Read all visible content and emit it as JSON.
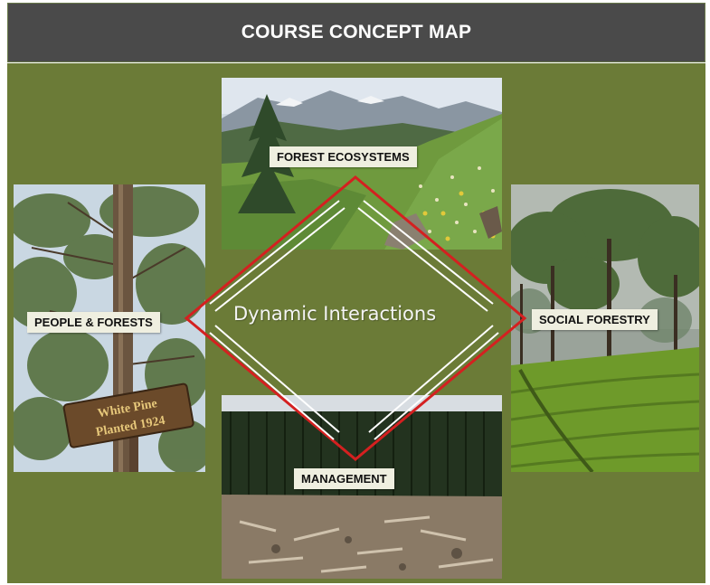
{
  "header": {
    "title": "COURSE CONCEPT MAP"
  },
  "nodes": {
    "top": {
      "label": "FOREST ECOSYSTEMS",
      "image": "mountain-meadow-photo"
    },
    "left": {
      "label": "PEOPLE & FORESTS",
      "image": "white-pine-photo"
    },
    "right": {
      "label": "SOCIAL FORESTRY",
      "image": "tea-plantation-trees-photo"
    },
    "bottom": {
      "label": "MANAGEMENT",
      "image": "clearcut-forest-photo"
    }
  },
  "center": {
    "label": "Dynamic Interactions"
  },
  "sign": {
    "line1": "White Pine",
    "line2": "Planted 1924"
  },
  "colors": {
    "header_bg": "#4a4a4a",
    "board_bg": "#6b7b37",
    "diamond_stroke": "#d42020",
    "arrow_stroke": "#ffffff",
    "label_bg": "#efefe0"
  }
}
